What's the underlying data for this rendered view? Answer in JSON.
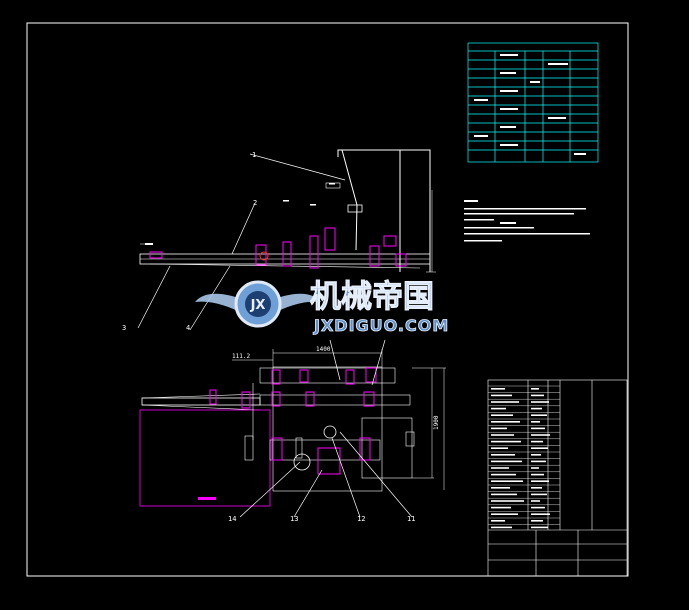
{
  "watermark": {
    "chinese": "机械帝国",
    "latin": "JXDIGUO.COM",
    "emblem": "JX"
  },
  "leaders_top": [
    "1",
    "2",
    "3",
    "4"
  ],
  "leaders_bottom": [
    "14",
    "13",
    "12",
    "11"
  ],
  "dimensions": {
    "width_top": "1400",
    "width_small": "111.2",
    "height_side": "1900"
  },
  "colors": {
    "background": "#000000",
    "frame": "#ffffff",
    "magenta": "#ff00ff",
    "cyan": "#00ffff",
    "red": "#ff3030",
    "green": "#00ff00",
    "watermark_blue": "#4a7fbf"
  }
}
